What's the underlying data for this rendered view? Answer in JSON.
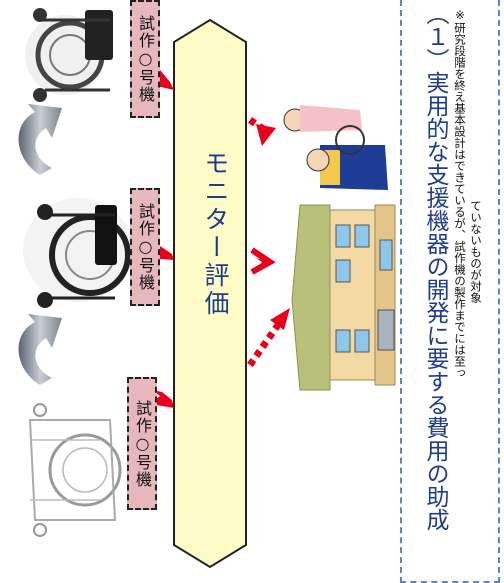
{
  "stages": [
    {
      "label": "試作○号機"
    },
    {
      "label": "試作○号機"
    },
    {
      "label": "試作○号機"
    }
  ],
  "evaluation": {
    "label": "モニター評価"
  },
  "title": {
    "text": "（１）実用的な支援機器の開発に要する費用の助成"
  },
  "note": {
    "line1": "※研究段階を終え基本設計はできているが、試作機の製作までには至っ",
    "line2": "ていないものが対象"
  },
  "colors": {
    "stage_fill": "#e6b8bc",
    "banner_fill": "#fffbc7",
    "title_blue": "#1e3c8c",
    "arrow_red": "#e8001c",
    "border_blue": "#5a86c6"
  },
  "icons": [
    "wheelchair-prototype",
    "wheelchair-prototype",
    "wheelchair-prototype-sketch",
    "curved-arrow",
    "curved-arrow",
    "caregiver-family",
    "house"
  ]
}
